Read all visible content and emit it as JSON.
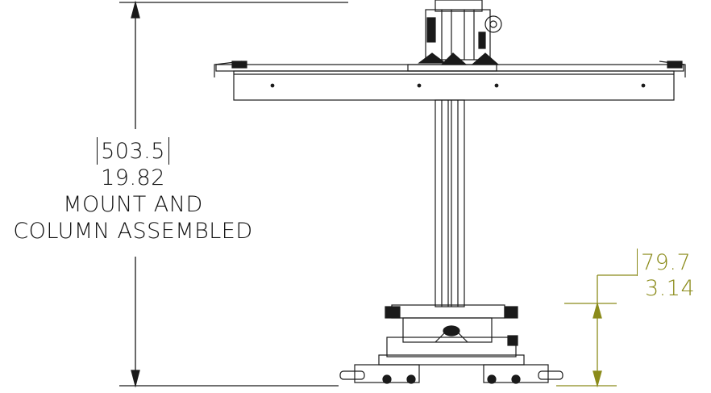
{
  "overall_dimension": {
    "metric": "503.5",
    "imperial": "19.82",
    "note_line1": "MOUNT AND",
    "note_line2": "COLUMN ASSEMBLED"
  },
  "base_dimension": {
    "metric": "79.7",
    "imperial": "3.14"
  },
  "colors": {
    "line": "#1a1a1a",
    "dimension": "#1a1a1a",
    "base_dimension": "#8b8b1a",
    "background": "#ffffff"
  }
}
